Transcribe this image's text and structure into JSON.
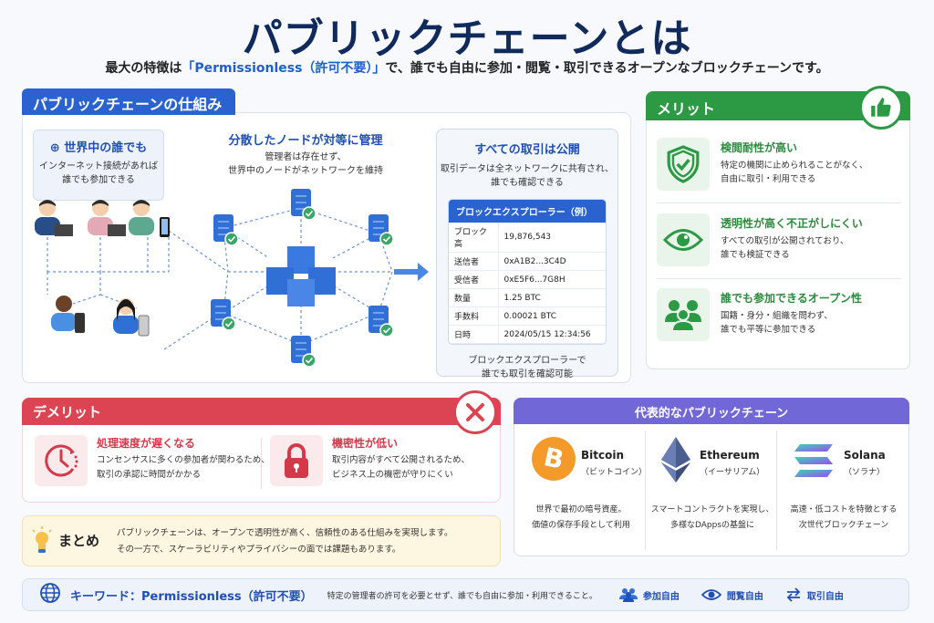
{
  "header": {
    "title": "パブリックチェーンとは",
    "subtitle_pre": "最大の特徴は",
    "subtitle_highlight": "「Permissionless（許可不要）」",
    "subtitle_post": "で、誰でも自由に参加・閲覧・取引できるオープンなブロックチェーンです。"
  },
  "mechanism": {
    "tab_label": "パブリックチェーンの仕組み",
    "anyone": {
      "icon": "globe-icon",
      "heading": "世界中の誰でも",
      "line1": "インターネット接続があれば",
      "line2": "誰でも参加できる"
    },
    "distributed": {
      "heading": "分散したノードが対等に管理",
      "line1": "管理者は存在せず、",
      "line2": "世界中のノードがネットワークを維持"
    },
    "public": {
      "heading": "すべての取引は公開",
      "line1": "取引データは全ネットワークに共有され、",
      "line2": "誰でも確認できる",
      "explorer_title": "ブロックエクスプローラー（例）",
      "rows": [
        {
          "label": "ブロック高",
          "value": "19,876,543"
        },
        {
          "label": "送信者",
          "value": "0xA1B2...3C4D"
        },
        {
          "label": "受信者",
          "value": "0xE5F6...7G8H"
        },
        {
          "label": "数量",
          "value": "1.25 BTC"
        },
        {
          "label": "手数料",
          "value": "0.00021 BTC"
        },
        {
          "label": "日時",
          "value": "2024/05/15 12:34:56"
        }
      ],
      "foot1": "ブロックエクスプローラーで",
      "foot2": "誰でも取引を確認可能"
    }
  },
  "merit": {
    "title": "メリット",
    "icon": "thumbs-up-icon",
    "items": [
      {
        "icon": "shield-check-icon",
        "heading": "検閲耐性が高い",
        "line1": "特定の機関に止められることがなく、",
        "line2": "自由に取引・利用できる"
      },
      {
        "icon": "eye-icon",
        "heading": "透明性が高く不正がしにくい",
        "line1": "すべての取引が公開されており、",
        "line2": "誰でも検証できる"
      },
      {
        "icon": "people-icon",
        "heading": "誰でも参加できるオープン性",
        "line1": "国籍・身分・組織を問わず、",
        "line2": "誰でも平等に参加できる"
      }
    ],
    "color": "#2c9a45"
  },
  "demerit": {
    "title": "デメリット",
    "icon": "x-icon",
    "items": [
      {
        "icon": "clock-icon",
        "heading": "処理速度が遅くなる",
        "line1": "コンセンサスに多くの参加者が関わるため、",
        "line2": "取引の承認に時間がかかる"
      },
      {
        "icon": "lock-icon",
        "heading": "機密性が低い",
        "line1": "取引内容がすべて公開されるため、",
        "line2": "ビジネス上の機密が守りにくい"
      }
    ],
    "color": "#dd4453"
  },
  "summary": {
    "icon": "lightbulb-icon",
    "heading": "まとめ",
    "line1": "パブリックチェーンは、オープンで透明性が高く、信頼性のある仕組みを実現します。",
    "line2": "その一方で、スケーラビリティやプライバシーの面では課題もあります。"
  },
  "chains": {
    "title": "代表的なパブリックチェーン",
    "items": [
      {
        "icon": "bitcoin-icon",
        "name": "Bitcoin",
        "jp": "（ビットコイン）",
        "line1": "世界で最初の暗号資産。",
        "line2": "価値の保存手段として利用"
      },
      {
        "icon": "ethereum-icon",
        "name": "Ethereum",
        "jp": "（イーサリアム）",
        "line1": "スマートコントラクトを実現し、",
        "line2": "多様なDAppsの基盤に"
      },
      {
        "icon": "solana-icon",
        "name": "Solana",
        "jp": "（ソラナ）",
        "line1": "高速・低コストを特徴とする",
        "line2": "次世代ブロックチェーン"
      }
    ]
  },
  "keyword": {
    "icon": "globe-icon",
    "label": "キーワード：Permissionless（許可不要）",
    "desc": "特定の管理者の許可を必要とせず、誰でも自由に参加・利用できること。",
    "tags": [
      {
        "icon": "people-icon",
        "label": "参加自由"
      },
      {
        "icon": "eye-icon",
        "label": "閲覧自由"
      },
      {
        "icon": "exchange-icon",
        "label": "取引自由"
      }
    ]
  }
}
